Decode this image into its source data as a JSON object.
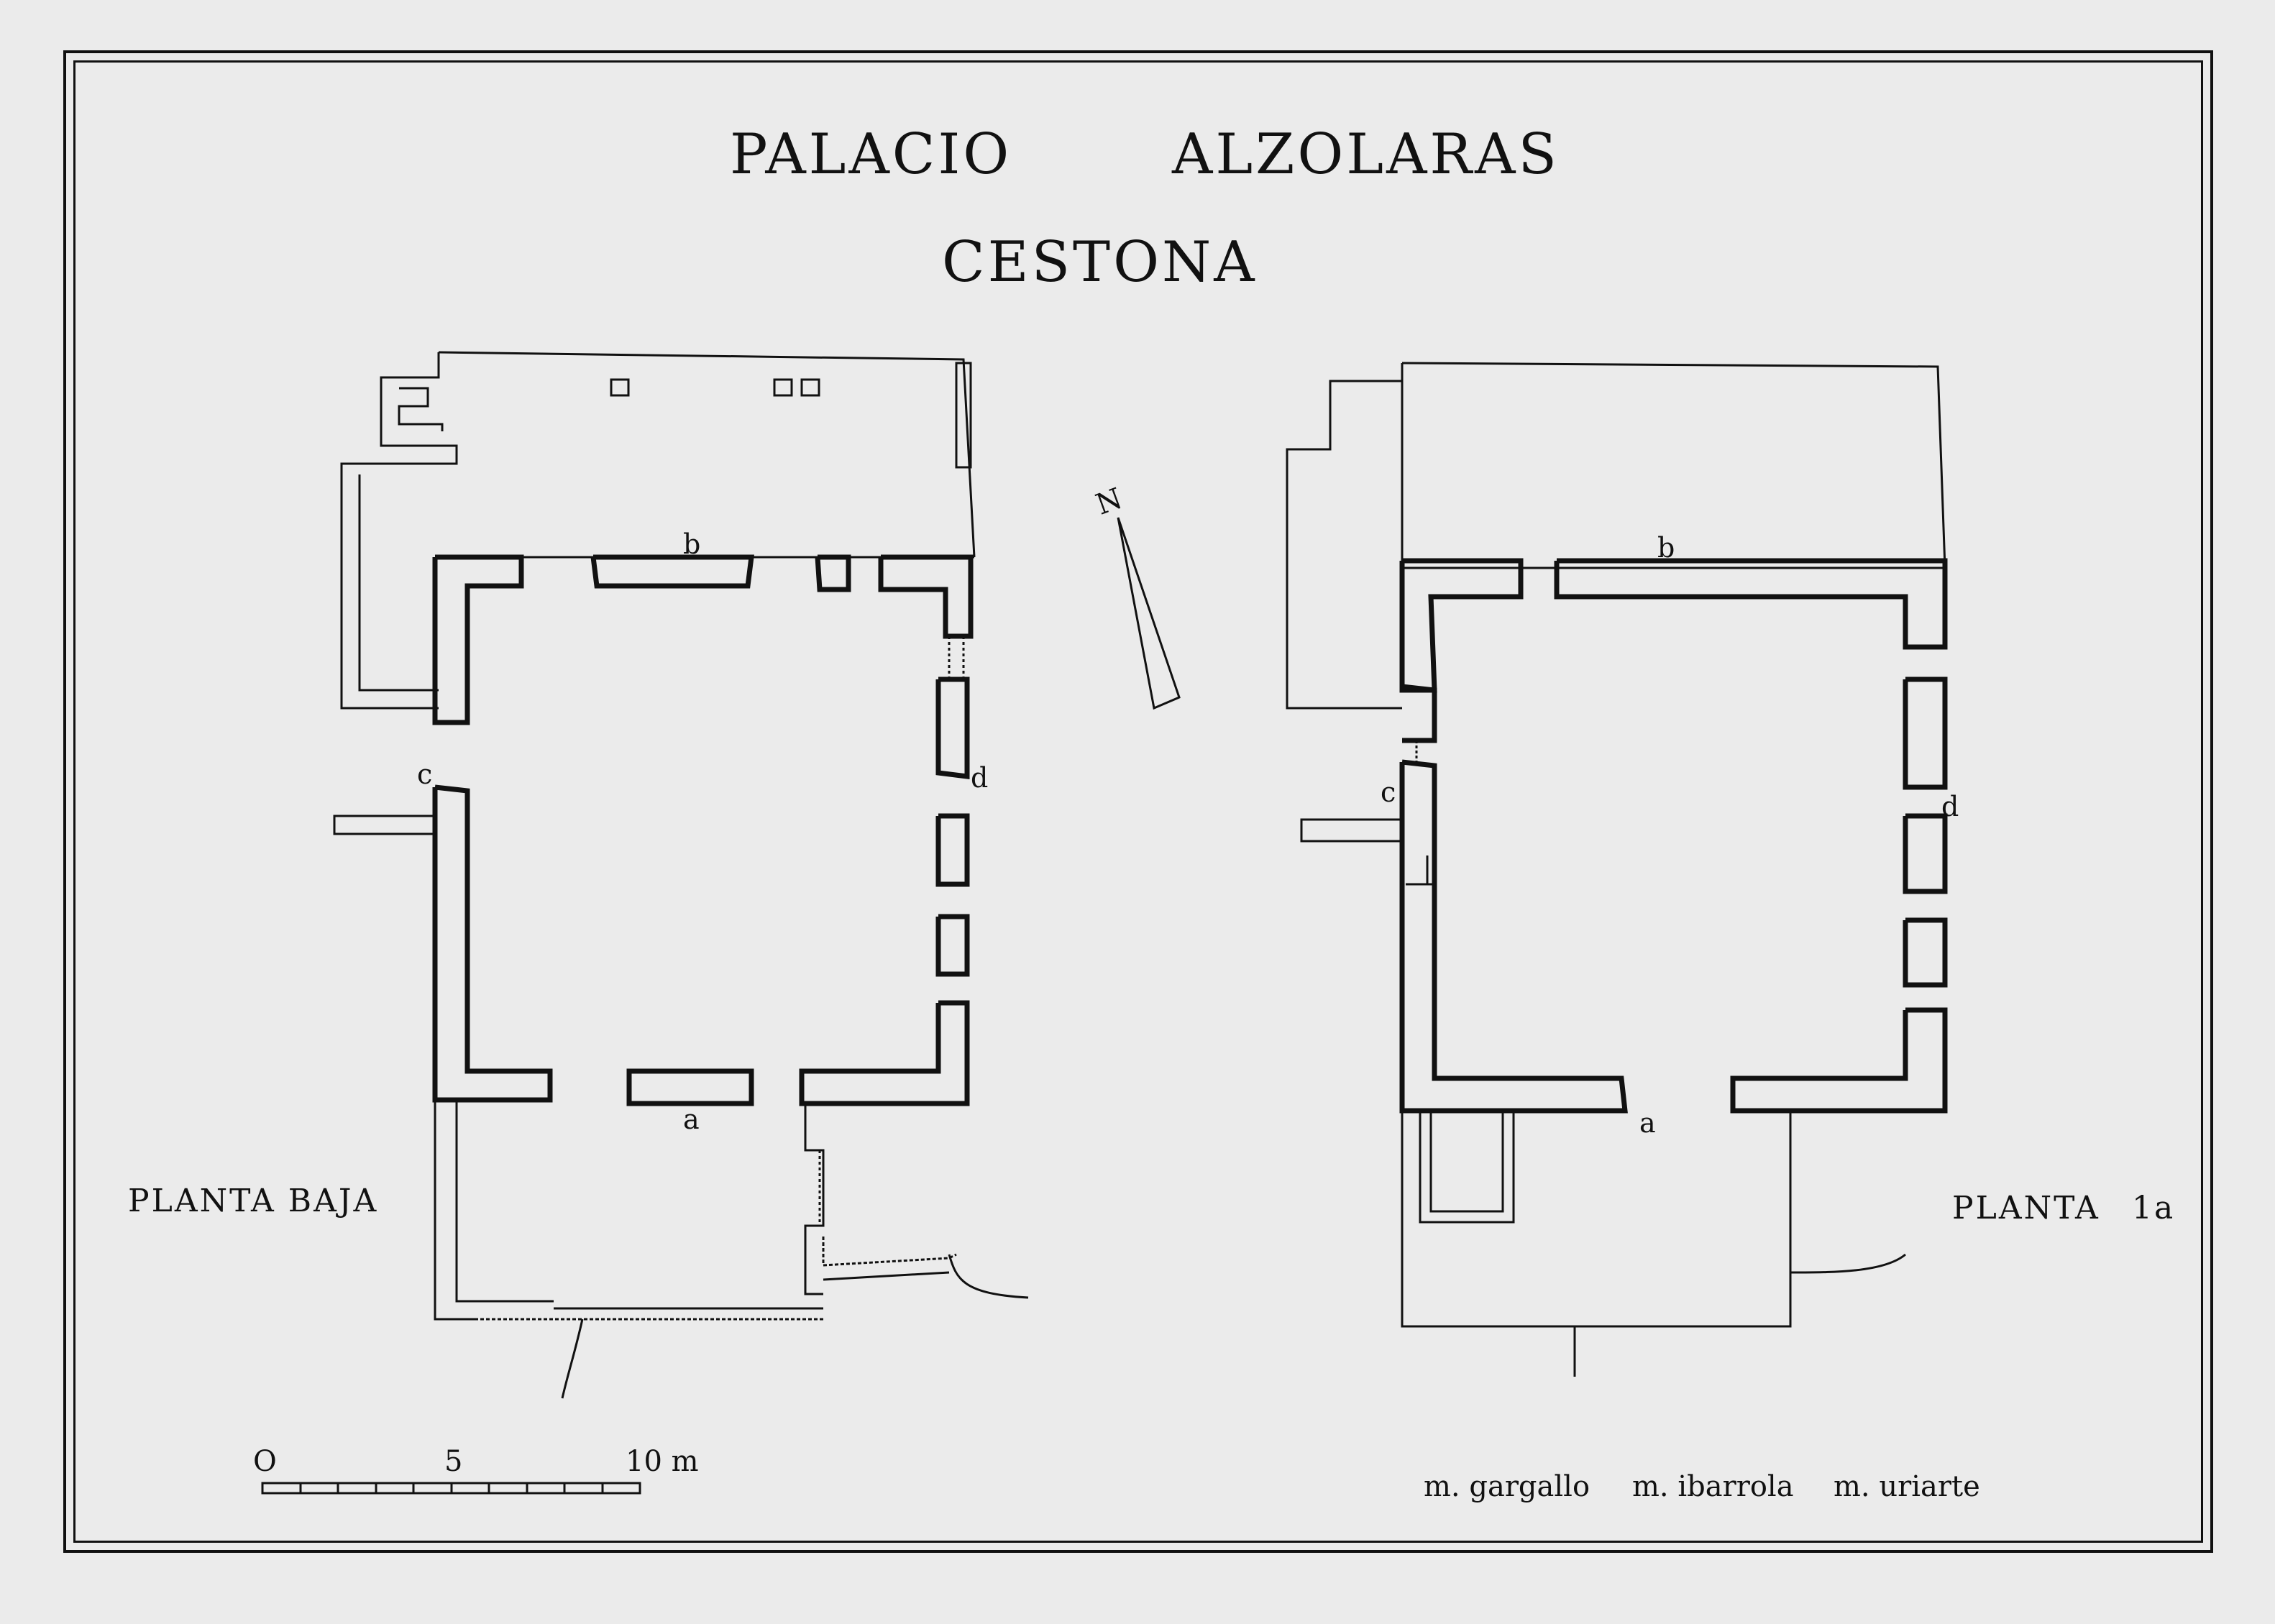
{
  "title": {
    "line1_a": "PALACIO",
    "line1_b": "ALZOLARAS",
    "line2": "CESTONA"
  },
  "plans": {
    "ground_floor_label": "PLANTA  BAJA",
    "first_floor_label": "PLANTA",
    "first_floor_ordinal": "1a",
    "marks": [
      "a",
      "b",
      "c",
      "d"
    ]
  },
  "north_label": "N",
  "scale": {
    "ticks": [
      "O",
      "5",
      "10 m"
    ]
  },
  "authors": [
    "m. gargallo",
    "m. ibarrola",
    "m. uriarte"
  ]
}
